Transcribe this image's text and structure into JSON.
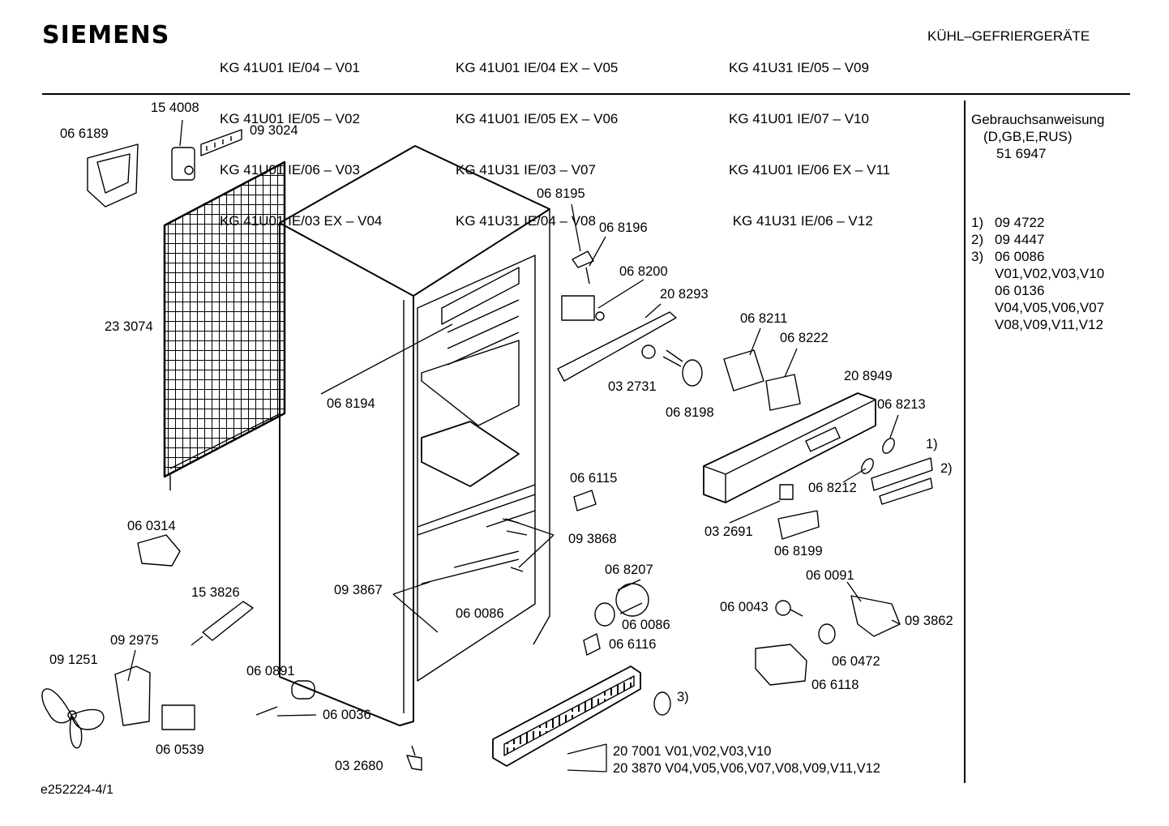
{
  "header": {
    "brand": "SIEMENS",
    "category": "KÜHL–GEFRIERGERÄTE",
    "models": {
      "col1": [
        "KG 41U01 IE/04 – V01",
        "KG 41U01 IE/05 – V02",
        "KG 41U01 IE/06 – V03",
        "KG 41U01 IE/03 EX – V04"
      ],
      "col2": [
        "KG 41U01 IE/04 EX – V05",
        "KG 41U01 IE/05 EX – V06",
        "KG 41U31 IE/03 – V07",
        "KG 41U31 IE/04 – V08"
      ],
      "col3": [
        "KG 41U31 IE/05 – V09",
        "KG 41U01 IE/07 – V10",
        "KG 41U01 IE/06 EX – V11",
        " KG 41U31 IE/06 – V12"
      ]
    }
  },
  "sidebar": {
    "manual_title": "Gebrauchsanweisung",
    "manual_langs": "(D,GB,E,RUS)",
    "manual_number": "51 6947",
    "notes": [
      {
        "mark": "1)",
        "text": "09 4722"
      },
      {
        "mark": "2)",
        "text": "09 4447"
      },
      {
        "mark": "3)",
        "text": "06 0086"
      }
    ],
    "note3_lines": [
      "V01,V02,V03,V10",
      "06 0136",
      "V04,V05,V06,V07",
      "V08,V09,V11,V12"
    ]
  },
  "parts": {
    "p154008": "15 4008",
    "p066189": "06 6189",
    "p093024": "09 3024",
    "p233074": "23 3074",
    "p068195": "06 8195",
    "p068196": "06 8196",
    "p068200": "06 8200",
    "p208293": "20 8293",
    "p068211": "06 8211",
    "p068222": "06 8222",
    "p068194": "06 8194",
    "p032731": "03 2731",
    "p068198": "06 8198",
    "p208949": "20 8949",
    "p068213": "06 8213",
    "m1": "1)",
    "m2": "2)",
    "p068212": "06 8212",
    "p066115": "06 6115",
    "p060314": "06 0314",
    "p093868": "09 3868",
    "p032691": "03 2691",
    "p068199": "06 8199",
    "p068207": "06 8207",
    "p060091": "06 0091",
    "p093867": "09 3867",
    "p060086a": "06 0086",
    "p153826": "15 3826",
    "p060043": "06 0043",
    "p060086b": "06 0086",
    "p093862": "09 3862",
    "p092975": "09 2975",
    "p066116": "06 6116",
    "p060472": "06 0472",
    "p091251": "09 1251",
    "p060891": "06 0891",
    "p066118": "06 6118",
    "p060036": "06 0036",
    "m3": "3)",
    "p060539": "06 0539",
    "p207001": "20  7001  V01,V02,V03,V10",
    "p203870": "20 3870 V04,V05,V06,V07,V08,V09,V11,V12",
    "p032680": "03 2680"
  },
  "footer": {
    "drawing_id": "e252224-4/1"
  }
}
